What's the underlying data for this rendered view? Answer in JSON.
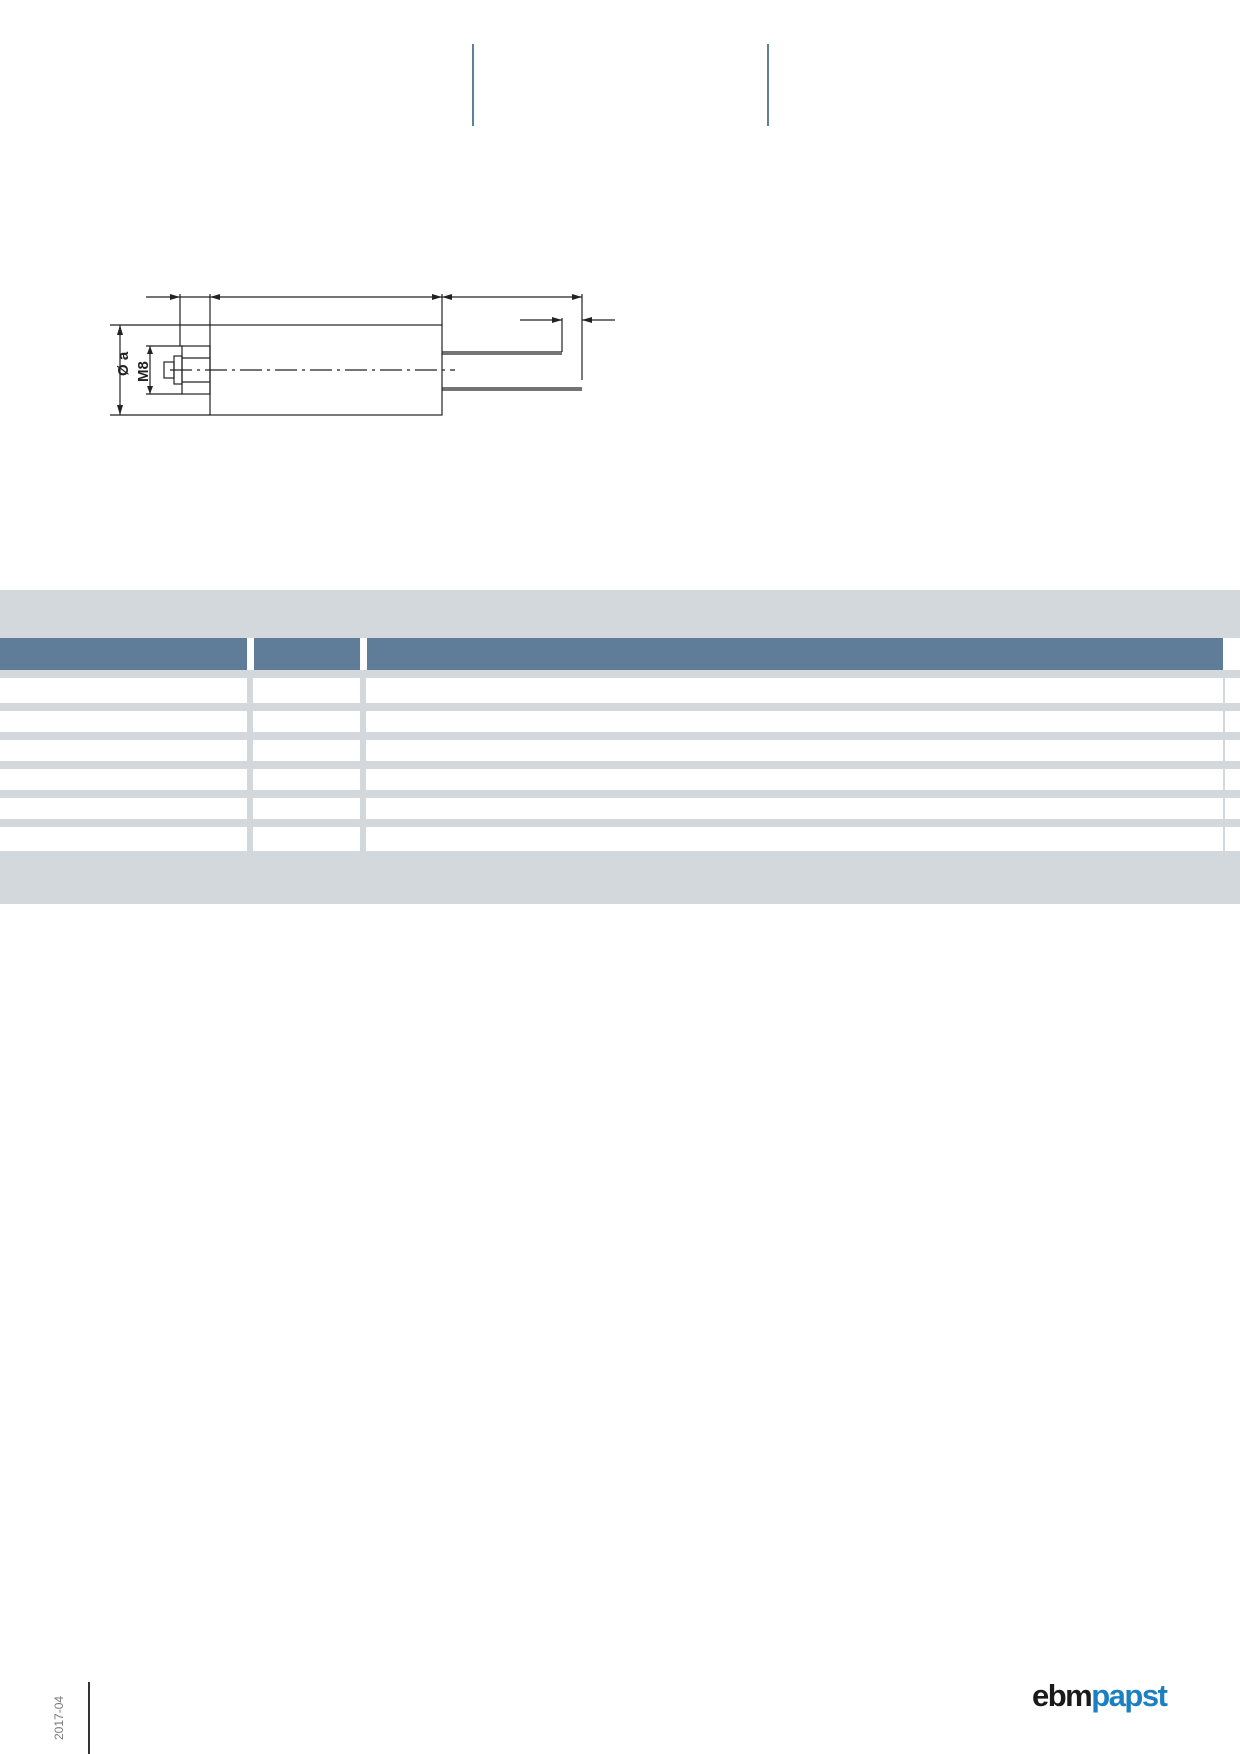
{
  "drawing": {
    "label_diameter": "Ø a",
    "label_thread": "M8"
  },
  "footer": {
    "date": "2017-04",
    "logo_part1": "ebm",
    "logo_part2": "papst",
    "logo_color_dark": "#1a1a1a",
    "logo_color_blue": "#1b7fc1"
  },
  "colors": {
    "table_header": "#5f7d98",
    "table_band": "#d3d8dd",
    "header_rule": "#5f7f9a"
  }
}
